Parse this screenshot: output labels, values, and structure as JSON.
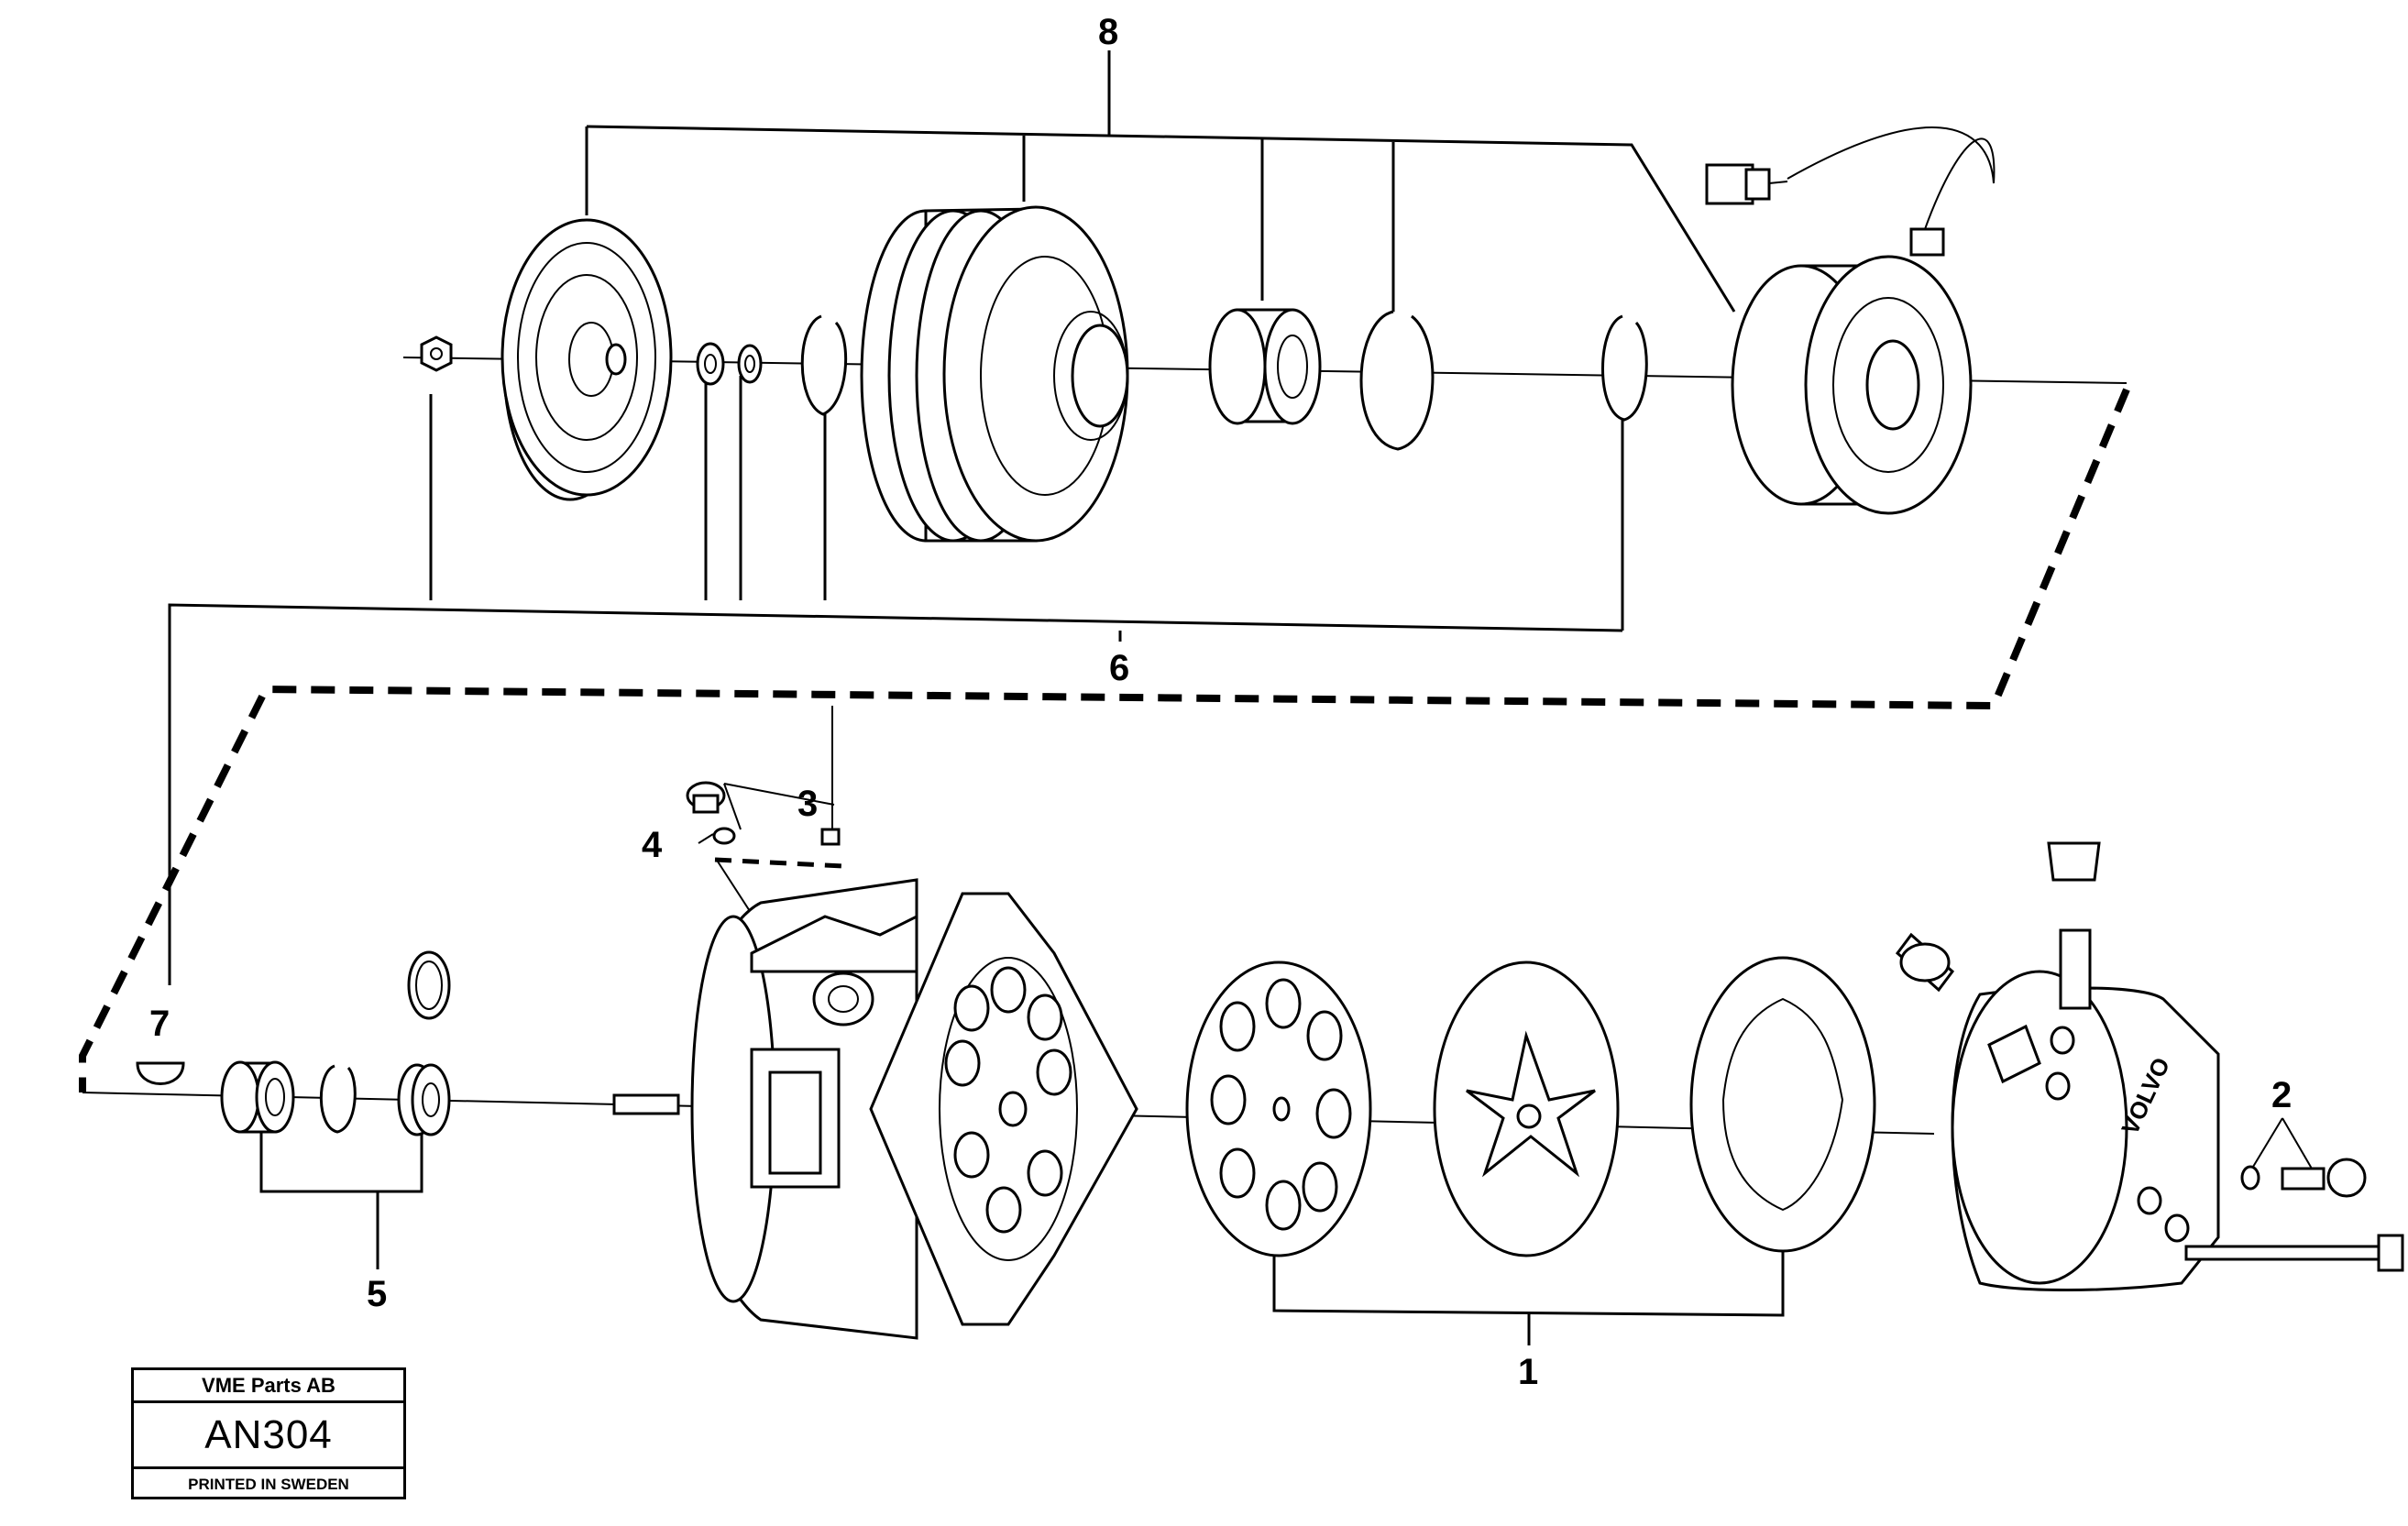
{
  "callouts": {
    "c1": "1",
    "c2": "2",
    "c3": "3",
    "c4": "4",
    "c5": "5",
    "c6": "6",
    "c7": "7",
    "c8": "8"
  },
  "title_block": {
    "company": "VME Parts AB",
    "drawing_number": "AN304",
    "printed": "PRINTED IN SWEDEN"
  },
  "stamp_text": "VOLVO"
}
